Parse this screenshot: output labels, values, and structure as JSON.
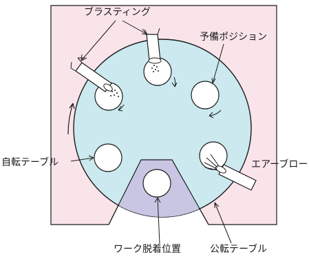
{
  "labels": {
    "blasting": "ブラスティング",
    "standby_position": "予備ポジション",
    "self_rotation_table": "自転テーブル",
    "air_blow": "エアーブロー",
    "work_load_position": "ワーク脱着位置",
    "revolving_table": "公転テーブル"
  },
  "colors": {
    "frame_fill": "#f9e4ea",
    "table_fill": "#cbe9ef",
    "load_station_fill": "#c9c6e4",
    "line": "#1a1a1a",
    "nozzle_fill": "#ffffff"
  }
}
